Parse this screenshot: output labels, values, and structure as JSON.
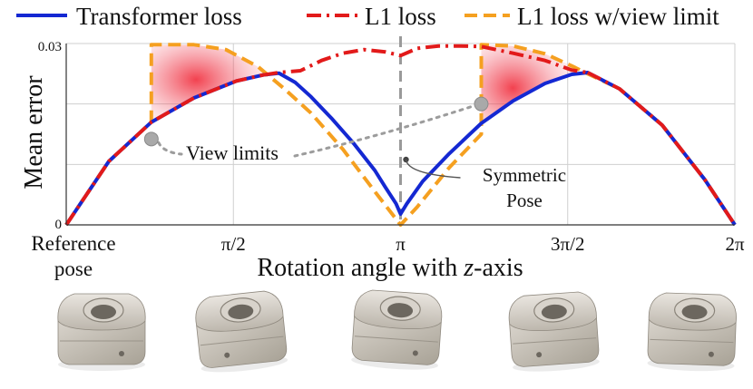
{
  "chart_data": {
    "type": "line",
    "xlabel_prefix": "Rotation angle with ",
    "xlabel_italic": "z",
    "xlabel_suffix": "-axis",
    "ylabel": "Mean error",
    "xlim": [
      0,
      6.2832
    ],
    "ylim": [
      0,
      0.03
    ],
    "ytick_labels": [
      "0",
      "0.03"
    ],
    "xtick_labels": [
      "π/2",
      "π",
      "3π/2",
      "2π"
    ],
    "xtick_first_line1": "Reference",
    "xtick_first_line2": "pose",
    "legend_position": "top",
    "series": [
      {
        "name": "Transformer loss",
        "color": "#1428d2",
        "dash": "solid",
        "x": [
          0,
          0.4,
          0.8,
          1.2,
          1.6,
          1.85,
          2.0,
          2.15,
          2.3,
          2.5,
          2.7,
          2.9,
          3.0,
          3.1,
          3.1416,
          3.2,
          3.35,
          3.6,
          3.9,
          4.2,
          4.5,
          4.75,
          4.9,
          5.2,
          5.6,
          6.0,
          6.2832
        ],
        "values": [
          0,
          0.0105,
          0.017,
          0.021,
          0.0238,
          0.0248,
          0.0251,
          0.0236,
          0.0212,
          0.0175,
          0.0135,
          0.009,
          0.0062,
          0.0035,
          0.0018,
          0.0035,
          0.0072,
          0.0118,
          0.0168,
          0.0205,
          0.0234,
          0.0249,
          0.0252,
          0.0225,
          0.0165,
          0.0075,
          0
        ]
      },
      {
        "name": "L1 loss",
        "color": "#e21a1a",
        "dash": "dashdot",
        "x": [
          0,
          0.4,
          0.8,
          1.2,
          1.6,
          1.85,
          2.0,
          2.2,
          2.4,
          2.6,
          2.8,
          3.0,
          3.1416,
          3.3,
          3.5,
          3.7,
          3.9,
          4.2,
          4.5,
          4.75,
          4.9,
          5.2,
          5.6,
          6.0,
          6.2832
        ],
        "values": [
          0,
          0.0105,
          0.017,
          0.021,
          0.0238,
          0.0248,
          0.0252,
          0.0255,
          0.0272,
          0.0284,
          0.029,
          0.0286,
          0.028,
          0.0292,
          0.0296,
          0.0296,
          0.0295,
          0.0284,
          0.0272,
          0.0256,
          0.0252,
          0.0225,
          0.0165,
          0.0075,
          0
        ]
      },
      {
        "name": "L1 loss w/view limit",
        "color": "#f5a020",
        "dash": "dashed",
        "x": [
          0,
          0.4,
          0.8,
          0.8,
          1.2,
          1.5,
          1.8,
          2.05,
          2.3,
          2.6,
          2.9,
          3.1416,
          3.3,
          3.6,
          3.9,
          3.9,
          4.2,
          4.5,
          4.75,
          4.9,
          5.2,
          5.6,
          6.0,
          6.2832
        ],
        "values": [
          0,
          0.0105,
          0.017,
          0.0298,
          0.0298,
          0.029,
          0.0262,
          0.0225,
          0.0185,
          0.0125,
          0.0055,
          0,
          0.003,
          0.0095,
          0.015,
          0.0298,
          0.0296,
          0.0283,
          0.0263,
          0.025,
          0.0225,
          0.0165,
          0.0075,
          0
        ]
      }
    ],
    "annotations": [
      {
        "text": "View limits",
        "points": [
          [
            0.8,
            0.0142
          ],
          [
            3.9,
            0.02
          ]
        ]
      },
      {
        "text_line1": "Symmetric",
        "text_line2": "Pose",
        "x": 3.1416,
        "y": 0.0108
      }
    ],
    "marker_vertical_x": 3.1416,
    "shaded_regions": [
      {
        "from": 0.8,
        "to": 1.85,
        "color": "#f0303a"
      },
      {
        "from": 3.9,
        "to": 4.75,
        "color": "#f0303a"
      }
    ],
    "grid": true,
    "object_thumbnails": 5,
    "thumbnail_color": "#cdc7bd"
  }
}
